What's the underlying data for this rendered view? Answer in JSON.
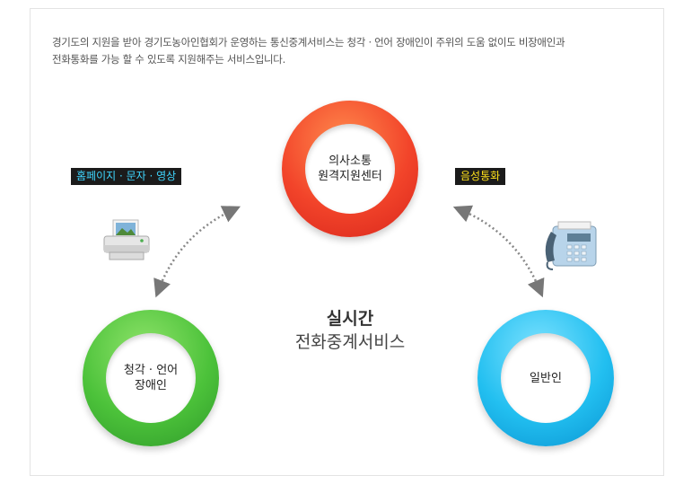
{
  "description": {
    "line1": "경기도의 지원을 받아 경기도농아인협회가 운영하는 통신중계서비스는 청각 · 언어 장애인이 주위의 도움 없이도 비장애인과",
    "line2": "전화통화를 가능 할 수 있도록 지원해주는 서비스입니다."
  },
  "nodes": {
    "center_top": {
      "line1": "의사소통",
      "line2": "원격지원센터"
    },
    "left": {
      "line1": "청각 · 언어",
      "line2": "장애인"
    },
    "right": {
      "line1": "일반인"
    }
  },
  "tags": {
    "left": "홈페이지 · 문자 · 영상",
    "right": "음성통화"
  },
  "center_title": {
    "bold": "실시간",
    "normal": "전화중계서비스"
  },
  "colors": {
    "red": "#f2442a",
    "green": "#4cc23a",
    "blue": "#22bff0",
    "tag_left_text": "#3fd6ff",
    "tag_right_text": "#ffe11a"
  },
  "icons": [
    "printer-icon",
    "fax-phone-icon"
  ]
}
